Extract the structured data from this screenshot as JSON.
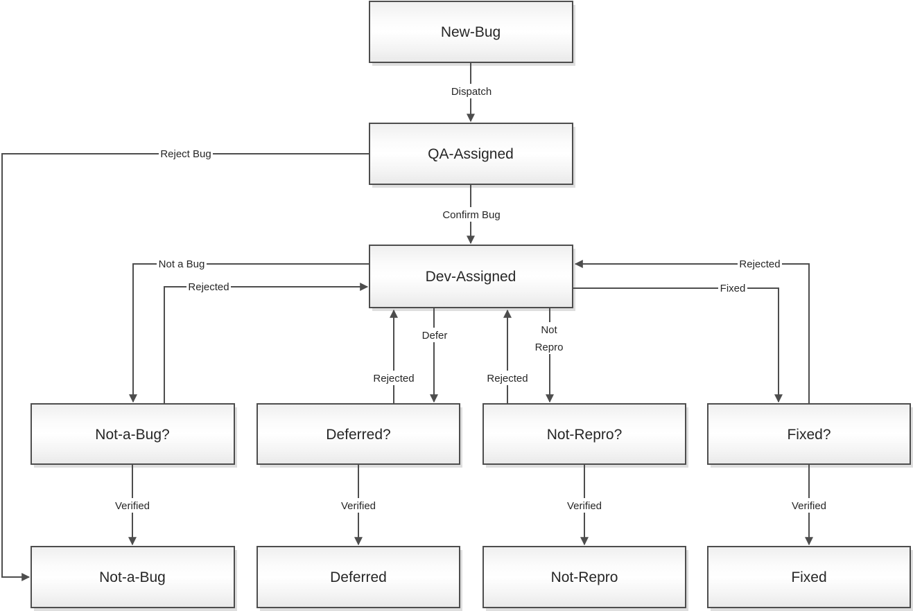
{
  "diagram": {
    "colors": {
      "connector_line": "#4d4d4d",
      "box_border": "#4d4d4d",
      "box_fill_top": "#efefef",
      "box_fill_middle": "#ffffff",
      "box_fill_bottom": "#e9e9e9",
      "box_shadow": "#bdbdbd",
      "text": "#262626",
      "background": "#ffffff"
    },
    "nodes": {
      "new_bug": {
        "label": "New-Bug"
      },
      "qa_assigned": {
        "label": "QA-Assigned"
      },
      "dev_assigned": {
        "label": "Dev-Assigned"
      },
      "not_a_bug_q": {
        "label": "Not-a-Bug?"
      },
      "deferred_q": {
        "label": "Deferred?"
      },
      "not_repro_q": {
        "label": "Not-Repro?"
      },
      "fixed_q": {
        "label": "Fixed?"
      },
      "not_a_bug": {
        "label": "Not-a-Bug"
      },
      "deferred": {
        "label": "Deferred"
      },
      "not_repro": {
        "label": "Not-Repro"
      },
      "fixed": {
        "label": "Fixed"
      }
    },
    "edges": {
      "dispatch": {
        "label": "Dispatch",
        "from": "new_bug",
        "to": "qa_assigned"
      },
      "confirm_bug": {
        "label": "Confirm Bug",
        "from": "qa_assigned",
        "to": "dev_assigned"
      },
      "reject_bug": {
        "label": "Reject Bug",
        "from": "qa_assigned",
        "to": "not_a_bug"
      },
      "not_a_bug_verdict": {
        "label": "Not a Bug",
        "from": "dev_assigned",
        "to": "not_a_bug_q"
      },
      "rejected_from_not_a_bug_q": {
        "label": "Rejected",
        "from": "not_a_bug_q",
        "to": "dev_assigned"
      },
      "defer": {
        "label": "Defer",
        "from": "dev_assigned",
        "to": "deferred_q"
      },
      "rejected_from_deferred_q": {
        "label": "Rejected",
        "from": "deferred_q",
        "to": "dev_assigned"
      },
      "not_repro_verdict": {
        "label_line1": "Not",
        "label_line2": "Repro",
        "from": "dev_assigned",
        "to": "not_repro_q"
      },
      "rejected_from_not_repro_q": {
        "label": "Rejected",
        "from": "not_repro_q",
        "to": "dev_assigned"
      },
      "fixed_verdict": {
        "label": "Fixed",
        "from": "dev_assigned",
        "to": "fixed_q"
      },
      "rejected_from_fixed_q": {
        "label": "Rejected",
        "from": "fixed_q",
        "to": "dev_assigned"
      },
      "verified_not_a_bug": {
        "label": "Verified",
        "from": "not_a_bug_q",
        "to": "not_a_bug"
      },
      "verified_deferred": {
        "label": "Verified",
        "from": "deferred_q",
        "to": "deferred"
      },
      "verified_not_repro": {
        "label": "Verified",
        "from": "not_repro_q",
        "to": "not_repro"
      },
      "verified_fixed": {
        "label": "Verified",
        "from": "fixed_q",
        "to": "fixed"
      }
    }
  }
}
